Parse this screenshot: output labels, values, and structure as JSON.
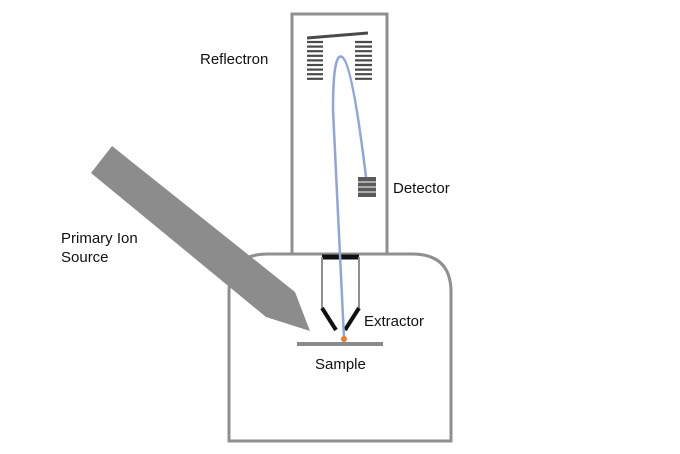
{
  "labels": {
    "reflectron": "Reflectron",
    "detector": "Detector",
    "primary_ion_source_line1": "Primary Ion",
    "primary_ion_source_line2": "Source",
    "extractor": "Extractor",
    "sample": "Sample"
  },
  "colors": {
    "outline": "#8f8f8f",
    "ion_gun": "#8c8c8c",
    "reflectron_plates": "#4a4a4a",
    "detector": "#5a5a5a",
    "extractor": "#222222",
    "ion_path": "#8fa6dc",
    "sample_spot": "#f07a2a",
    "sample_stage": "#8a8a8a"
  }
}
